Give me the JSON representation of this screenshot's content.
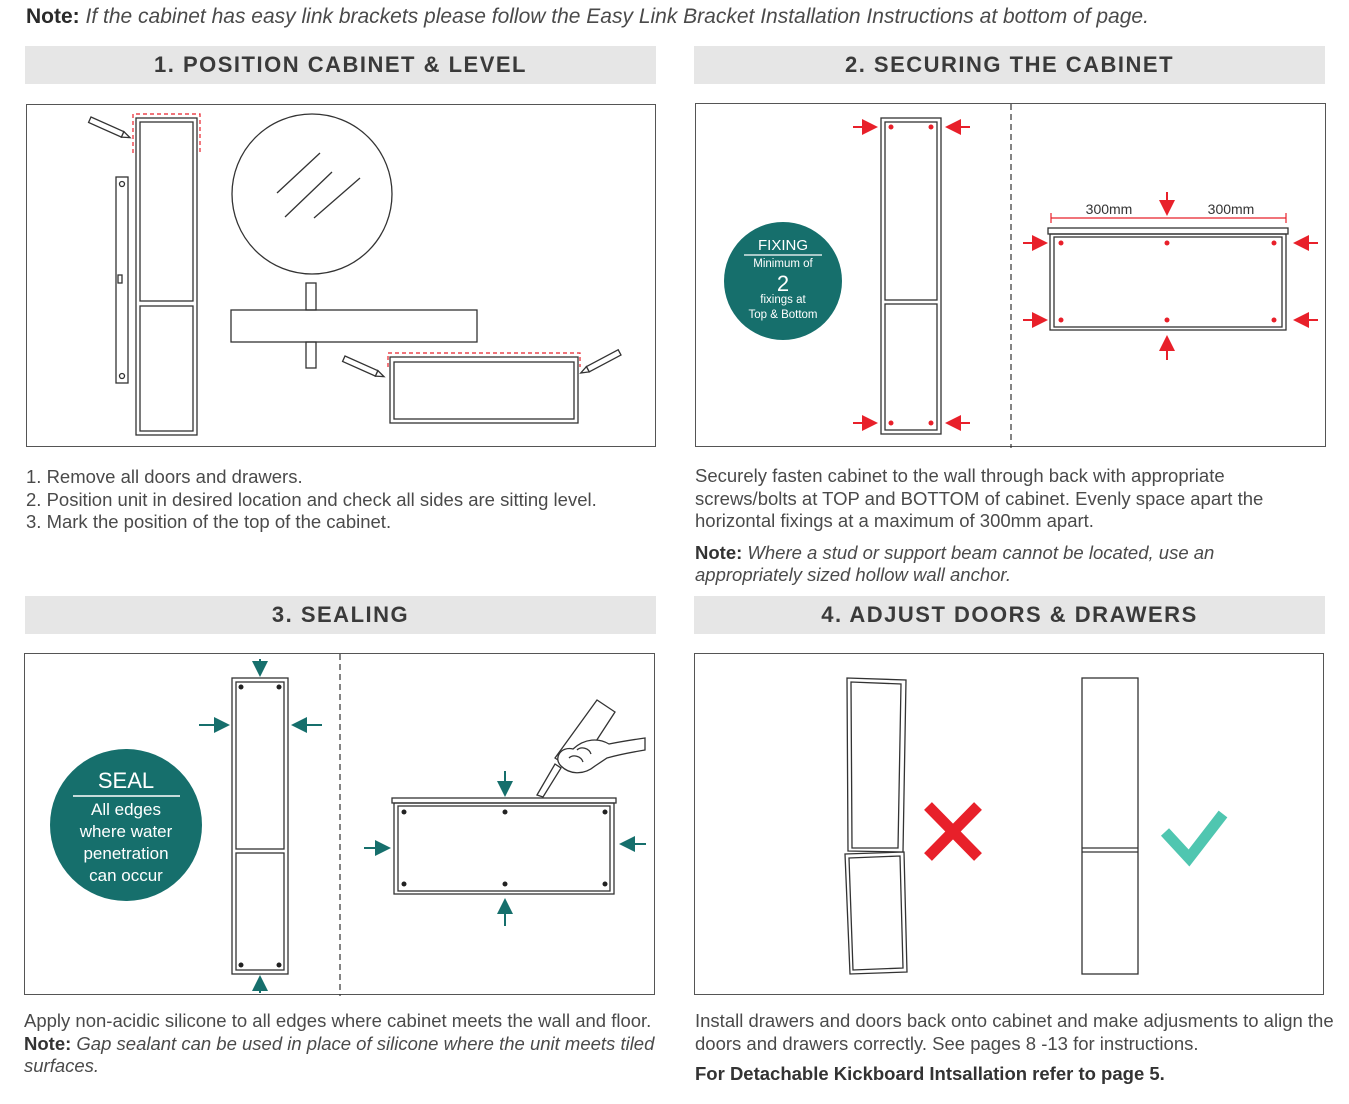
{
  "top_note": {
    "label": "Note:",
    "text": "If the cabinet has easy link brackets please follow the Easy Link Bracket Installation Instructions at bottom of page."
  },
  "sections": {
    "s1": {
      "title": "1. POSITION CABINET & LEVEL",
      "steps": [
        "1. Remove all doors and drawers.",
        "2. Position unit in desired location and check all sides are sitting level.",
        "3. Mark the position of the top of the cabinet."
      ]
    },
    "s2": {
      "title": "2. SECURING THE CABINET",
      "body": "Securely fasten cabinet to the wall through back with appropriate screws/bolts at TOP and BOTTOM of cabinet. Evenly space apart the horizontal fixings at a maximum of 300mm apart.",
      "note_label": "Note:",
      "note_text": "Where a stud or support beam cannot be located, use an appropriately sized hollow wall anchor.",
      "badge": {
        "title": "FIXING",
        "line1": "Minimum of",
        "number": "2",
        "line2": "fixings at",
        "line3": "Top & Bottom"
      },
      "dim_left": "300mm",
      "dim_right": "300mm"
    },
    "s3": {
      "title": "3. SEALING",
      "body": "Apply non-acidic silicone to all edges where cabinet meets the wall and floor.",
      "note_label": "Note:",
      "note_text": "Gap sealant can be used in place of silicone where the unit meets tiled surfaces.",
      "badge": {
        "title": "SEAL",
        "line1": "All edges",
        "line2": "where water",
        "line3": "penetration",
        "line4": "can occur"
      }
    },
    "s4": {
      "title": "4. ADJUST DOORS & DRAWERS",
      "body": "Install drawers and doors back onto cabinet and make adjusments to align the doors and drawers correctly. See pages 8 -13 for instructions.",
      "footer": "For Detachable Kickboard Intsallation refer to page 5."
    }
  },
  "colors": {
    "accent_teal": "#166f6c",
    "arrow_red": "#e8202a",
    "tick_green": "#4fc6b0",
    "cross_red": "#e8202a",
    "header_bg": "#e6e6e6"
  }
}
